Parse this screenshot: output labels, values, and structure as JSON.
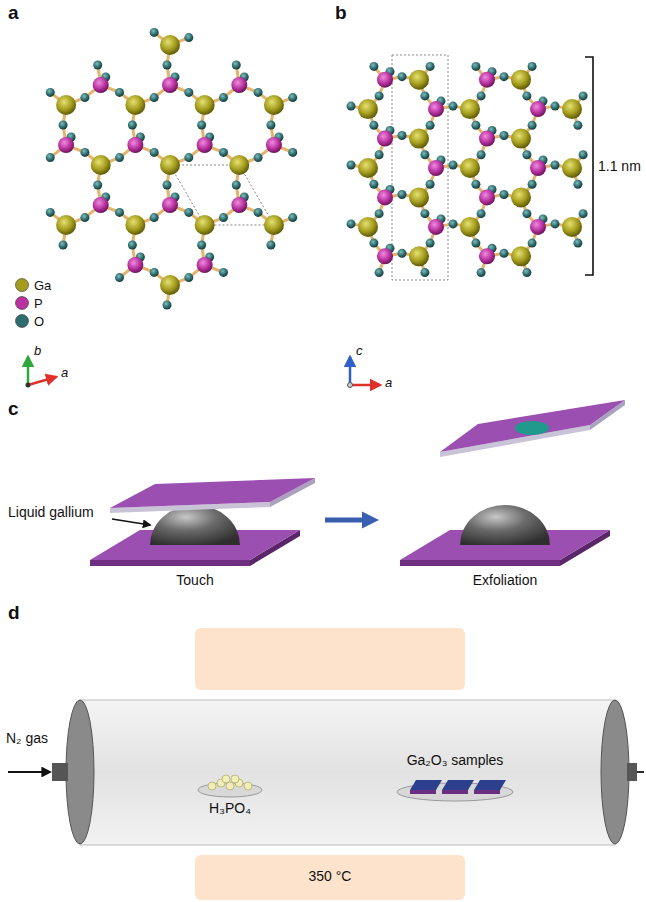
{
  "diagram": {
    "labels": [
      "a",
      "b",
      "b",
      "a",
      "c",
      "a",
      "1.1 nm",
      "c",
      "Liquid gallium",
      "Touch",
      "Exfoliation",
      "d",
      "N₂ gas",
      "H₃PO₄",
      "Ga₂O₃ samples",
      "350 °C"
    ],
    "legend": [
      {
        "text": "Ga",
        "color": "#a39c1c"
      },
      {
        "text": "P",
        "color": "#b8319f"
      },
      {
        "text": "O",
        "color": "#2e6d6f"
      }
    ]
  }
}
